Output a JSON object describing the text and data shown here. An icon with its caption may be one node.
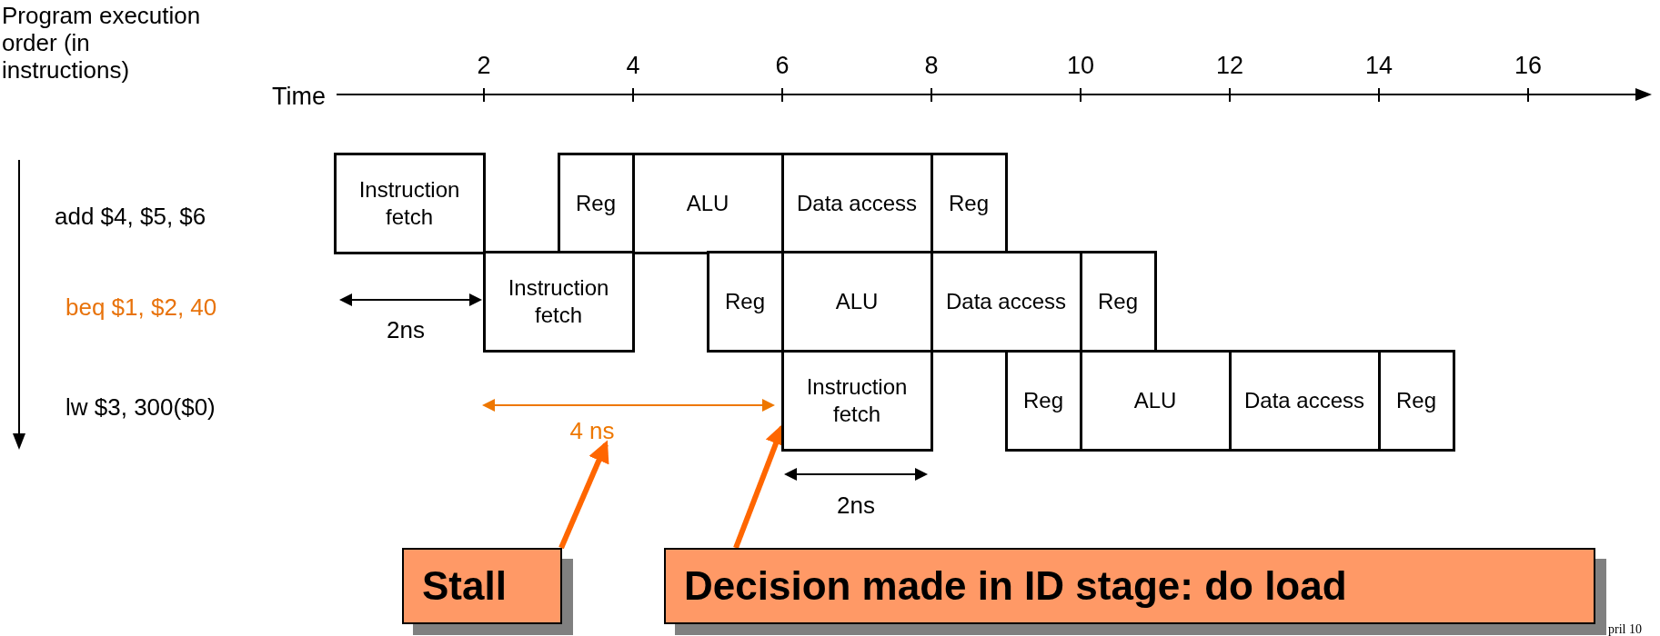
{
  "diagram": {
    "nodes": [
      {
        "text": [
          "Instruction fetch"
        ]
      },
      {
        "text": [
          "Reg"
        ]
      },
      {
        "text": [
          "ALU"
        ]
      },
      {
        "text": [
          "Data access"
        ]
      },
      {
        "text": [
          "Reg"
        ]
      },
      {
        "text": [
          "Instruction fetch"
        ]
      },
      {
        "text": [
          "Reg"
        ]
      },
      {
        "text": [
          "ALU"
        ]
      },
      {
        "text": [
          "Data access"
        ]
      },
      {
        "text": [
          "Reg"
        ]
      },
      {
        "text": [
          "Instruction fetch"
        ]
      },
      {
        "text": [
          "Reg"
        ]
      },
      {
        "text": [
          "ALU"
        ]
      },
      {
        "text": [
          "Data access"
        ]
      },
      {
        "text": [
          "Reg"
        ]
      },
      {
        "text": [
          "Stall"
        ]
      },
      {
        "text": [
          "Decision made in ID stage: do load"
        ]
      },
      {
        "text": [
          "4 ns"
        ]
      }
    ],
    "edges": [
      {
        "from": 15,
        "to": 17,
        "arrow": "to"
      },
      {
        "from": 16,
        "to": 10,
        "arrow": "to"
      }
    ],
    "labels": [
      "Program execution order (in instructions)",
      "Time",
      "2",
      "4",
      "6",
      "8",
      "10",
      "12",
      "14",
      "16",
      "add $4, $5, $6",
      "beq $1, $2, 40",
      "lw $3, 300($0)",
      "2ns",
      "2ns",
      "pril 10"
    ]
  }
}
